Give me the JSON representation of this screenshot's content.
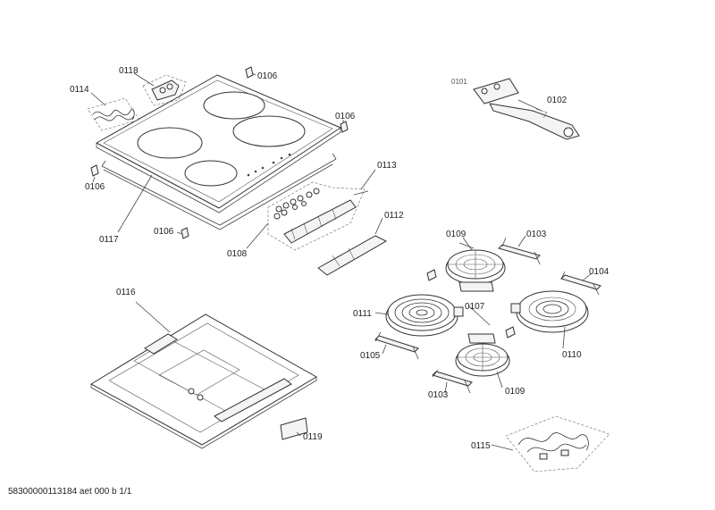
{
  "diagram": {
    "labels": {
      "l0118": "0118",
      "l0114": "0114",
      "l0106a": "0106",
      "l0106b": "0106",
      "l0106c": "0106",
      "l0106d": "0106",
      "l0117": "0117",
      "l0108": "0108",
      "l0113": "0113",
      "l0112": "0112",
      "l0101": "0101",
      "l0102": "0102",
      "l0109a": "0109",
      "l0103a": "0103",
      "l0104": "0104",
      "l0111": "0111",
      "l0107": "0107",
      "l0110": "0110",
      "l0105": "0105",
      "l0103b": "0103",
      "l0109b": "0109",
      "l0116": "0116",
      "l0119": "0119",
      "l0115": "0115"
    },
    "footer": "58300000113184 aet 000 b 1/1"
  }
}
